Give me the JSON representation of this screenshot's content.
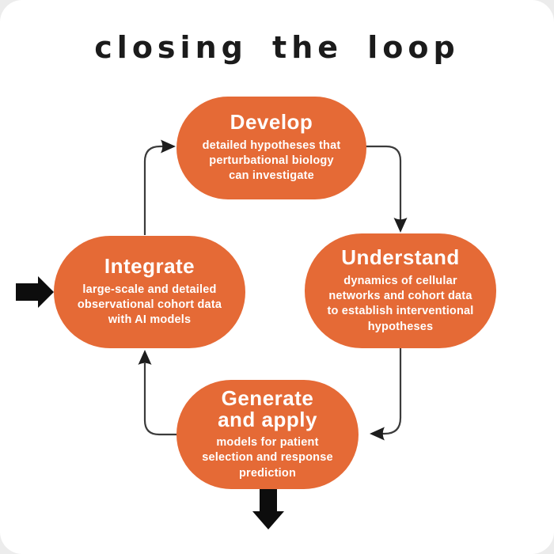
{
  "title": "closing the loop",
  "nodes": {
    "develop": {
      "title": "Develop",
      "body": "detailed hypotheses that\nperturbational biology\ncan investigate"
    },
    "understand": {
      "title": "Understand",
      "body": "dynamics of cellular\nnetworks and cohort data\nto establish interventional\nhypotheses"
    },
    "generate": {
      "title": "Generate\nand apply",
      "body": "models for patient\nselection and response\nprediction"
    },
    "integrate": {
      "title": "Integrate",
      "body": "large-scale and detailed\nobservational cohort data\nwith AI models"
    }
  },
  "colors": {
    "bubble": "#E56A36",
    "bubble_text": "#FFFFFF",
    "connector": "#3B3B3B",
    "title_text": "#1B1B1B"
  }
}
